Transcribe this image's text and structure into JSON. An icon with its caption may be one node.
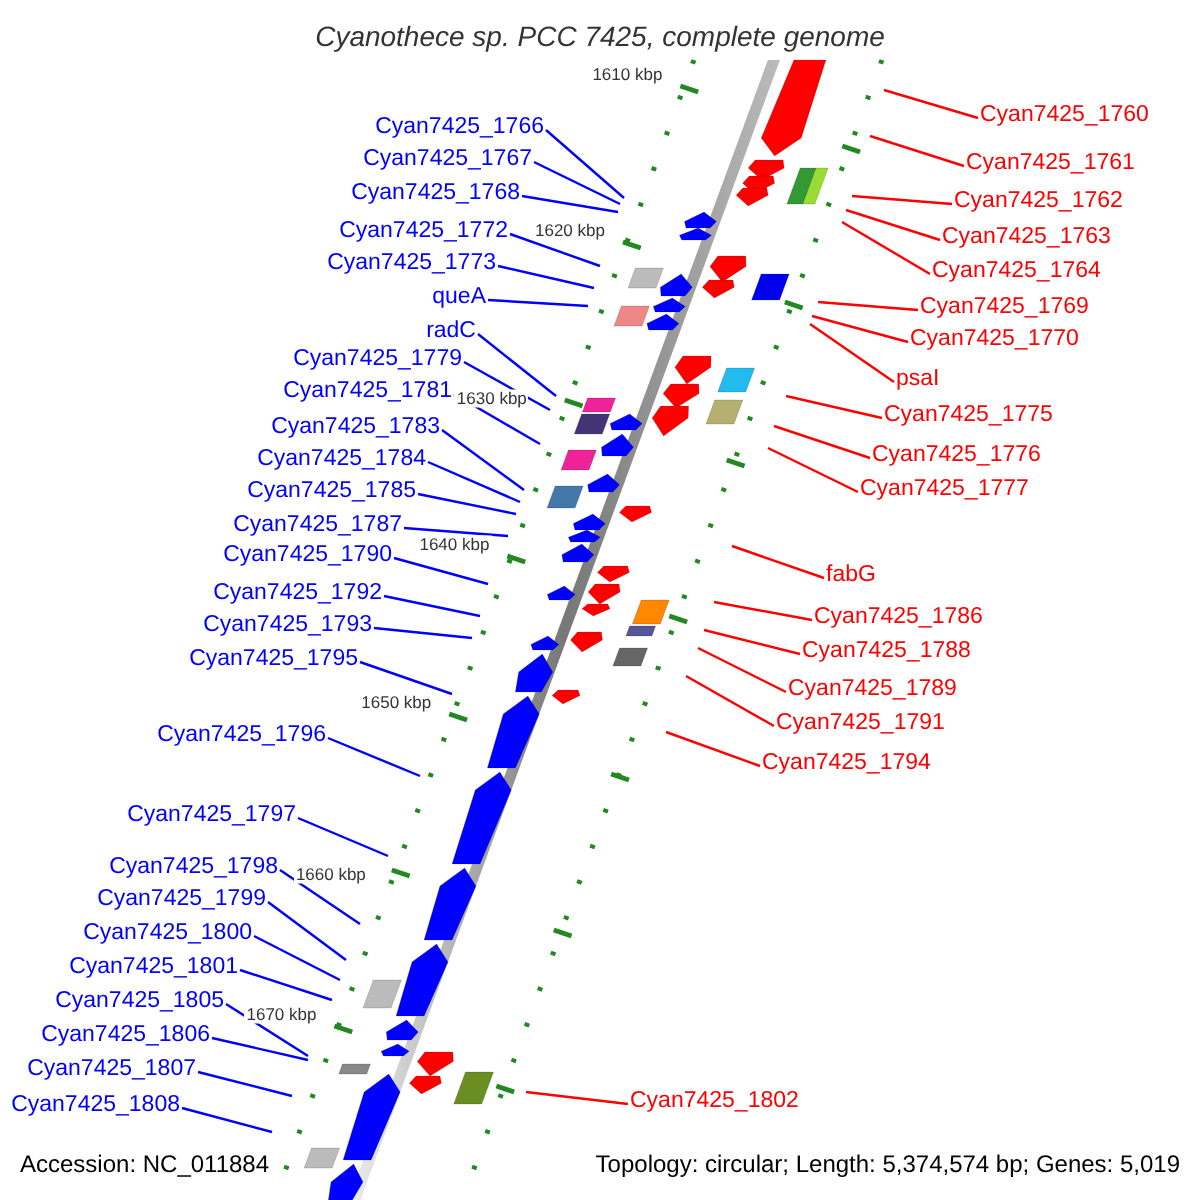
{
  "diagram": {
    "title": "Cyanothece sp. PCC 7425, complete genome",
    "nodes": [
      {
        "text": [
          "Cyan7425_1766"
        ]
      },
      {
        "text": [
          "Cyan7425_1767"
        ]
      },
      {
        "text": [
          "Cyan7425_1768"
        ]
      },
      {
        "text": [
          "Cyan7425_1772"
        ]
      },
      {
        "text": [
          "Cyan7425_1773"
        ]
      },
      {
        "text": [
          "queA"
        ]
      },
      {
        "text": [
          "radC"
        ]
      },
      {
        "text": [
          "Cyan7425_1779"
        ]
      },
      {
        "text": [
          "Cyan7425_1781"
        ]
      },
      {
        "text": [
          "Cyan7425_1783"
        ]
      },
      {
        "text": [
          "Cyan7425_1784"
        ]
      },
      {
        "text": [
          "Cyan7425_1785"
        ]
      },
      {
        "text": [
          "Cyan7425_1787"
        ]
      },
      {
        "text": [
          "Cyan7425_1790"
        ]
      },
      {
        "text": [
          "Cyan7425_1792"
        ]
      },
      {
        "text": [
          "Cyan7425_1793"
        ]
      },
      {
        "text": [
          "Cyan7425_1795"
        ]
      },
      {
        "text": [
          "Cyan7425_1796"
        ]
      },
      {
        "text": [
          "Cyan7425_1797"
        ]
      },
      {
        "text": [
          "Cyan7425_1798"
        ]
      },
      {
        "text": [
          "Cyan7425_1799"
        ]
      },
      {
        "text": [
          "Cyan7425_1800"
        ]
      },
      {
        "text": [
          "Cyan7425_1801"
        ]
      },
      {
        "text": [
          "Cyan7425_1805"
        ]
      },
      {
        "text": [
          "Cyan7425_1806"
        ]
      },
      {
        "text": [
          "Cyan7425_1807"
        ]
      },
      {
        "text": [
          "Cyan7425_1808"
        ]
      },
      {
        "text": [
          "Cyan7425_1760"
        ]
      },
      {
        "text": [
          "Cyan7425_1761"
        ]
      },
      {
        "text": [
          "Cyan7425_1762"
        ]
      },
      {
        "text": [
          "Cyan7425_1763"
        ]
      },
      {
        "text": [
          "Cyan7425_1764"
        ]
      },
      {
        "text": [
          "Cyan7425_1769"
        ]
      },
      {
        "text": [
          "Cyan7425_1770"
        ]
      },
      {
        "text": [
          "psaI"
        ]
      },
      {
        "text": [
          "Cyan7425_1775"
        ]
      },
      {
        "text": [
          "Cyan7425_1776"
        ]
      },
      {
        "text": [
          "Cyan7425_1777"
        ]
      },
      {
        "text": [
          "fabG"
        ]
      },
      {
        "text": [
          "Cyan7425_1786"
        ]
      },
      {
        "text": [
          "Cyan7425_1788"
        ]
      },
      {
        "text": [
          "Cyan7425_1789"
        ]
      },
      {
        "text": [
          "Cyan7425_1791"
        ]
      },
      {
        "text": [
          "Cyan7425_1794"
        ]
      },
      {
        "text": [
          "Cyan7425_1802"
        ]
      }
    ],
    "edges": [
      {
        "from": 0,
        "to": null,
        "arrow": "none"
      },
      {
        "from": 1,
        "to": null,
        "arrow": "none"
      },
      {
        "from": 2,
        "to": null,
        "arrow": "none"
      },
      {
        "from": 3,
        "to": null,
        "arrow": "none"
      },
      {
        "from": 4,
        "to": null,
        "arrow": "none"
      },
      {
        "from": 5,
        "to": null,
        "arrow": "none"
      },
      {
        "from": 6,
        "to": null,
        "arrow": "none"
      },
      {
        "from": 7,
        "to": null,
        "arrow": "none"
      },
      {
        "from": 8,
        "to": null,
        "arrow": "none"
      },
      {
        "from": 9,
        "to": null,
        "arrow": "none"
      },
      {
        "from": 10,
        "to": null,
        "arrow": "none"
      },
      {
        "from": 11,
        "to": null,
        "arrow": "none"
      },
      {
        "from": 12,
        "to": null,
        "arrow": "none"
      },
      {
        "from": 13,
        "to": null,
        "arrow": "none"
      },
      {
        "from": 14,
        "to": null,
        "arrow": "none"
      },
      {
        "from": 15,
        "to": null,
        "arrow": "none"
      },
      {
        "from": 16,
        "to": null,
        "arrow": "none"
      },
      {
        "from": 17,
        "to": null,
        "arrow": "none"
      },
      {
        "from": 18,
        "to": null,
        "arrow": "none"
      },
      {
        "from": 19,
        "to": null,
        "arrow": "none"
      },
      {
        "from": 20,
        "to": null,
        "arrow": "none"
      },
      {
        "from": 21,
        "to": null,
        "arrow": "none"
      },
      {
        "from": 22,
        "to": null,
        "arrow": "none"
      },
      {
        "from": 23,
        "to": null,
        "arrow": "none"
      },
      {
        "from": 24,
        "to": null,
        "arrow": "none"
      },
      {
        "from": 25,
        "to": null,
        "arrow": "none"
      },
      {
        "from": 26,
        "to": null,
        "arrow": "none"
      },
      {
        "from": 27,
        "to": null,
        "arrow": "none",
        "color": "#ff0000"
      },
      {
        "from": 28,
        "to": null,
        "arrow": "none",
        "color": "#ff0000"
      },
      {
        "from": 29,
        "to": null,
        "arrow": "none",
        "color": "#ff0000"
      },
      {
        "from": 30,
        "to": null,
        "arrow": "none",
        "color": "#ff0000"
      },
      {
        "from": 31,
        "to": null,
        "arrow": "none",
        "color": "#ff0000"
      },
      {
        "from": 32,
        "to": null,
        "arrow": "none",
        "color": "#ff0000"
      },
      {
        "from": 33,
        "to": null,
        "arrow": "none",
        "color": "#ff0000"
      },
      {
        "from": 34,
        "to": null,
        "arrow": "none",
        "color": "#ff0000"
      },
      {
        "from": 35,
        "to": null,
        "arrow": "none",
        "color": "#ff0000"
      },
      {
        "from": 36,
        "to": null,
        "arrow": "none",
        "color": "#ff0000"
      },
      {
        "from": 37,
        "to": null,
        "arrow": "none",
        "color": "#ff0000"
      },
      {
        "from": 38,
        "to": null,
        "arrow": "none",
        "color": "#ff0000"
      },
      {
        "from": 39,
        "to": null,
        "arrow": "none",
        "color": "#ff0000"
      },
      {
        "from": 40,
        "to": null,
        "arrow": "none",
        "color": "#ff0000"
      },
      {
        "from": 41,
        "to": null,
        "arrow": "none",
        "color": "#ff0000"
      },
      {
        "from": 42,
        "to": null,
        "arrow": "none",
        "color": "#ff0000"
      },
      {
        "from": 43,
        "to": null,
        "arrow": "none",
        "color": "#ff0000"
      },
      {
        "from": 44,
        "to": null,
        "arrow": "none",
        "color": "#ff0000"
      }
    ],
    "labels": [
      "1610 kbp",
      "1620 kbp",
      "1630 kbp",
      "1640 kbp",
      "1650 kbp",
      "1660 kbp",
      "1670 kbp",
      "Accession: NC_011884",
      "Topology: circular; Length: 5,374,574 bp; Genes: 5,019"
    ]
  }
}
